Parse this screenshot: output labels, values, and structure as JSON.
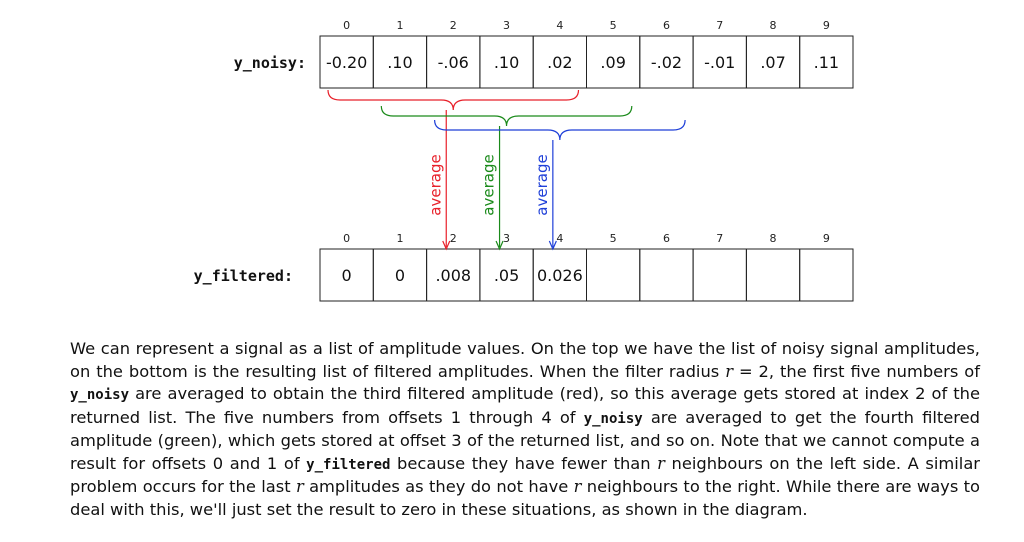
{
  "noisy": {
    "label": "y_noisy:",
    "indices": [
      "0",
      "1",
      "2",
      "3",
      "4",
      "5",
      "6",
      "7",
      "8",
      "9"
    ],
    "values": [
      "-0.20",
      ".10",
      "-.06",
      ".10",
      ".02",
      ".09",
      "-.02",
      "-.01",
      ".07",
      ".11"
    ]
  },
  "filtered": {
    "label": "y_filtered:",
    "indices": [
      "0",
      "1",
      "2",
      "3",
      "4",
      "5",
      "6",
      "7",
      "8",
      "9"
    ],
    "values": [
      "0",
      "0",
      ".008",
      ".05",
      "0.026",
      "",
      "",
      "",
      "",
      ""
    ],
    "colors": [
      "#111111",
      "#111111",
      "#e8202a",
      "#1a8a1a",
      "#1e3fd8",
      "#111111",
      "#111111",
      "#111111",
      "#111111",
      "#111111"
    ]
  },
  "averages": [
    {
      "label": "average",
      "color": "#e8202a",
      "window": [
        0,
        4
      ],
      "target": 2
    },
    {
      "label": "average",
      "color": "#1a8a1a",
      "window": [
        1,
        5
      ],
      "target": 3
    },
    {
      "label": "average",
      "color": "#1e3fd8",
      "window": [
        2,
        6
      ],
      "target": 4
    }
  ],
  "caption": {
    "p1": "We can represent a signal as a list of amplitude values. On the top we have the list of noisy signal ampli­tudes, on the bottom is the resulting list of filtered amplitudes. When the filter radius ",
    "r1": "r",
    "p2": " = 2, the first five numbers of ",
    "c1": "y_noisy",
    "p3": " are averaged to obtain the third filtered amplitude (red), so this average gets stored at index 2 of the returned list. The five numbers from offsets 1 through 4 of ",
    "c2": "y_noisy",
    "p4": " are averaged to get the fourth filtered amplitude (green), which gets stored at offset 3 of the returned list, and so on. Note that we cannot compute a result for offsets 0 and 1 of ",
    "c3": "y_filtered",
    "p5": " because they have fewer than ",
    "r2": "r",
    "p6": " neighbours on the left side. A similar problem occurs for the last ",
    "r3": "r",
    "p7": " amplitudes as they do not have ",
    "r4": "r",
    "p8": " neighbours to the right. While there are ways to deal with this, we'll just set the result to zero in these situations, as shown in the diagram."
  }
}
